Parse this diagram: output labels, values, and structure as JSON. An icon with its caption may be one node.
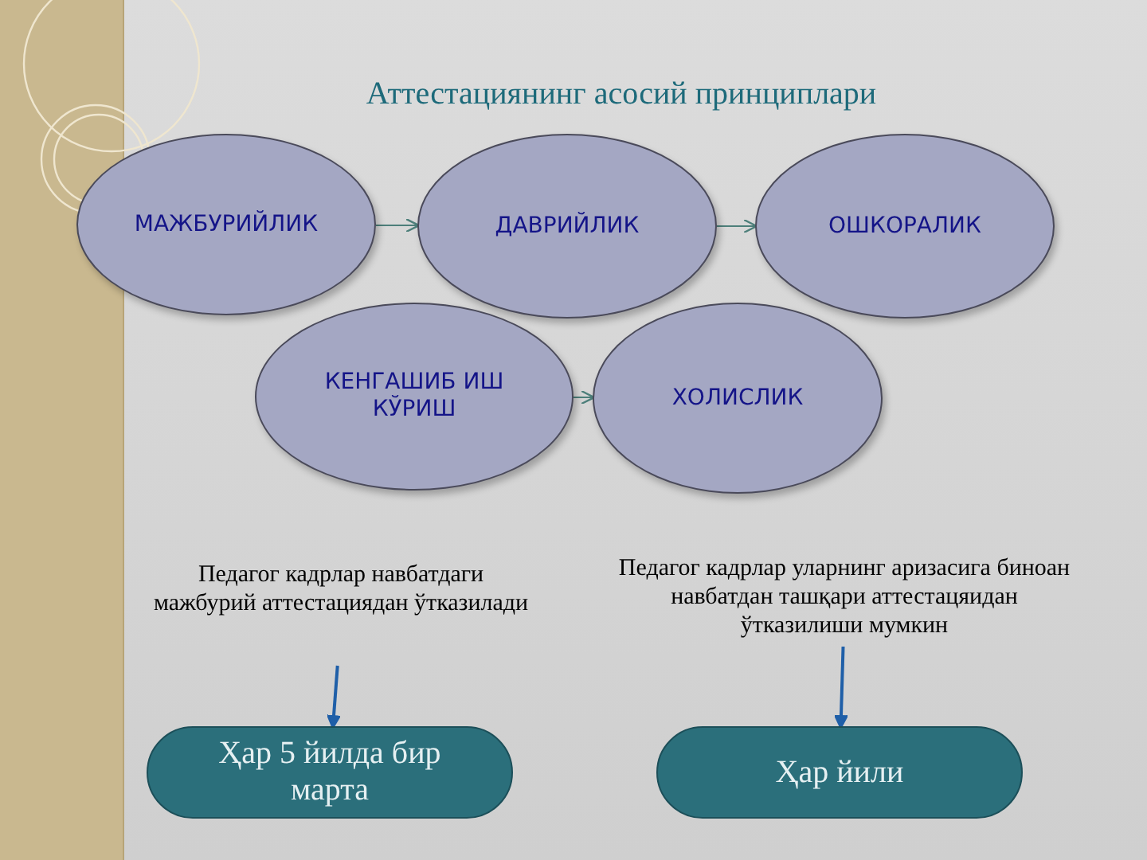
{
  "diagram": {
    "title": "Аттестациянинг асосий принциплари",
    "nodes": [
      {
        "text": [
          "МАЖБУРИЙЛИК"
        ]
      },
      {
        "text": [
          "ДАВРИЙЛИК"
        ]
      },
      {
        "text": [
          "ОШКОРАЛИК"
        ]
      },
      {
        "text": [
          "КЕНГАШИБ ИШ КЎРИШ"
        ]
      },
      {
        "text": [
          "ХОЛИСЛИК"
        ]
      },
      {
        "text": [
          "Педагог кадрлар навбатдаги мажбурий аттестациядан ўтказилади"
        ]
      },
      {
        "text": [
          "Педагог кадрлар уларнинг аризасига биноан навбатдан ташқари аттестацяидан ўтказилиши мумкин"
        ]
      },
      {
        "text": [
          "Ҳар 5 йилда бир марта"
        ]
      },
      {
        "text": [
          "Ҳар йили"
        ]
      }
    ],
    "edges": [
      {
        "from": 0,
        "to": 1,
        "arrow": "to"
      },
      {
        "from": 1,
        "to": 2,
        "arrow": "to"
      },
      {
        "from": 3,
        "to": 4,
        "arrow": "to"
      },
      {
        "from": 5,
        "to": 7,
        "arrow": "to",
        "color": "#1f5fa8"
      },
      {
        "from": 6,
        "to": 8,
        "arrow": "to",
        "color": "#1f5fa8"
      }
    ]
  }
}
